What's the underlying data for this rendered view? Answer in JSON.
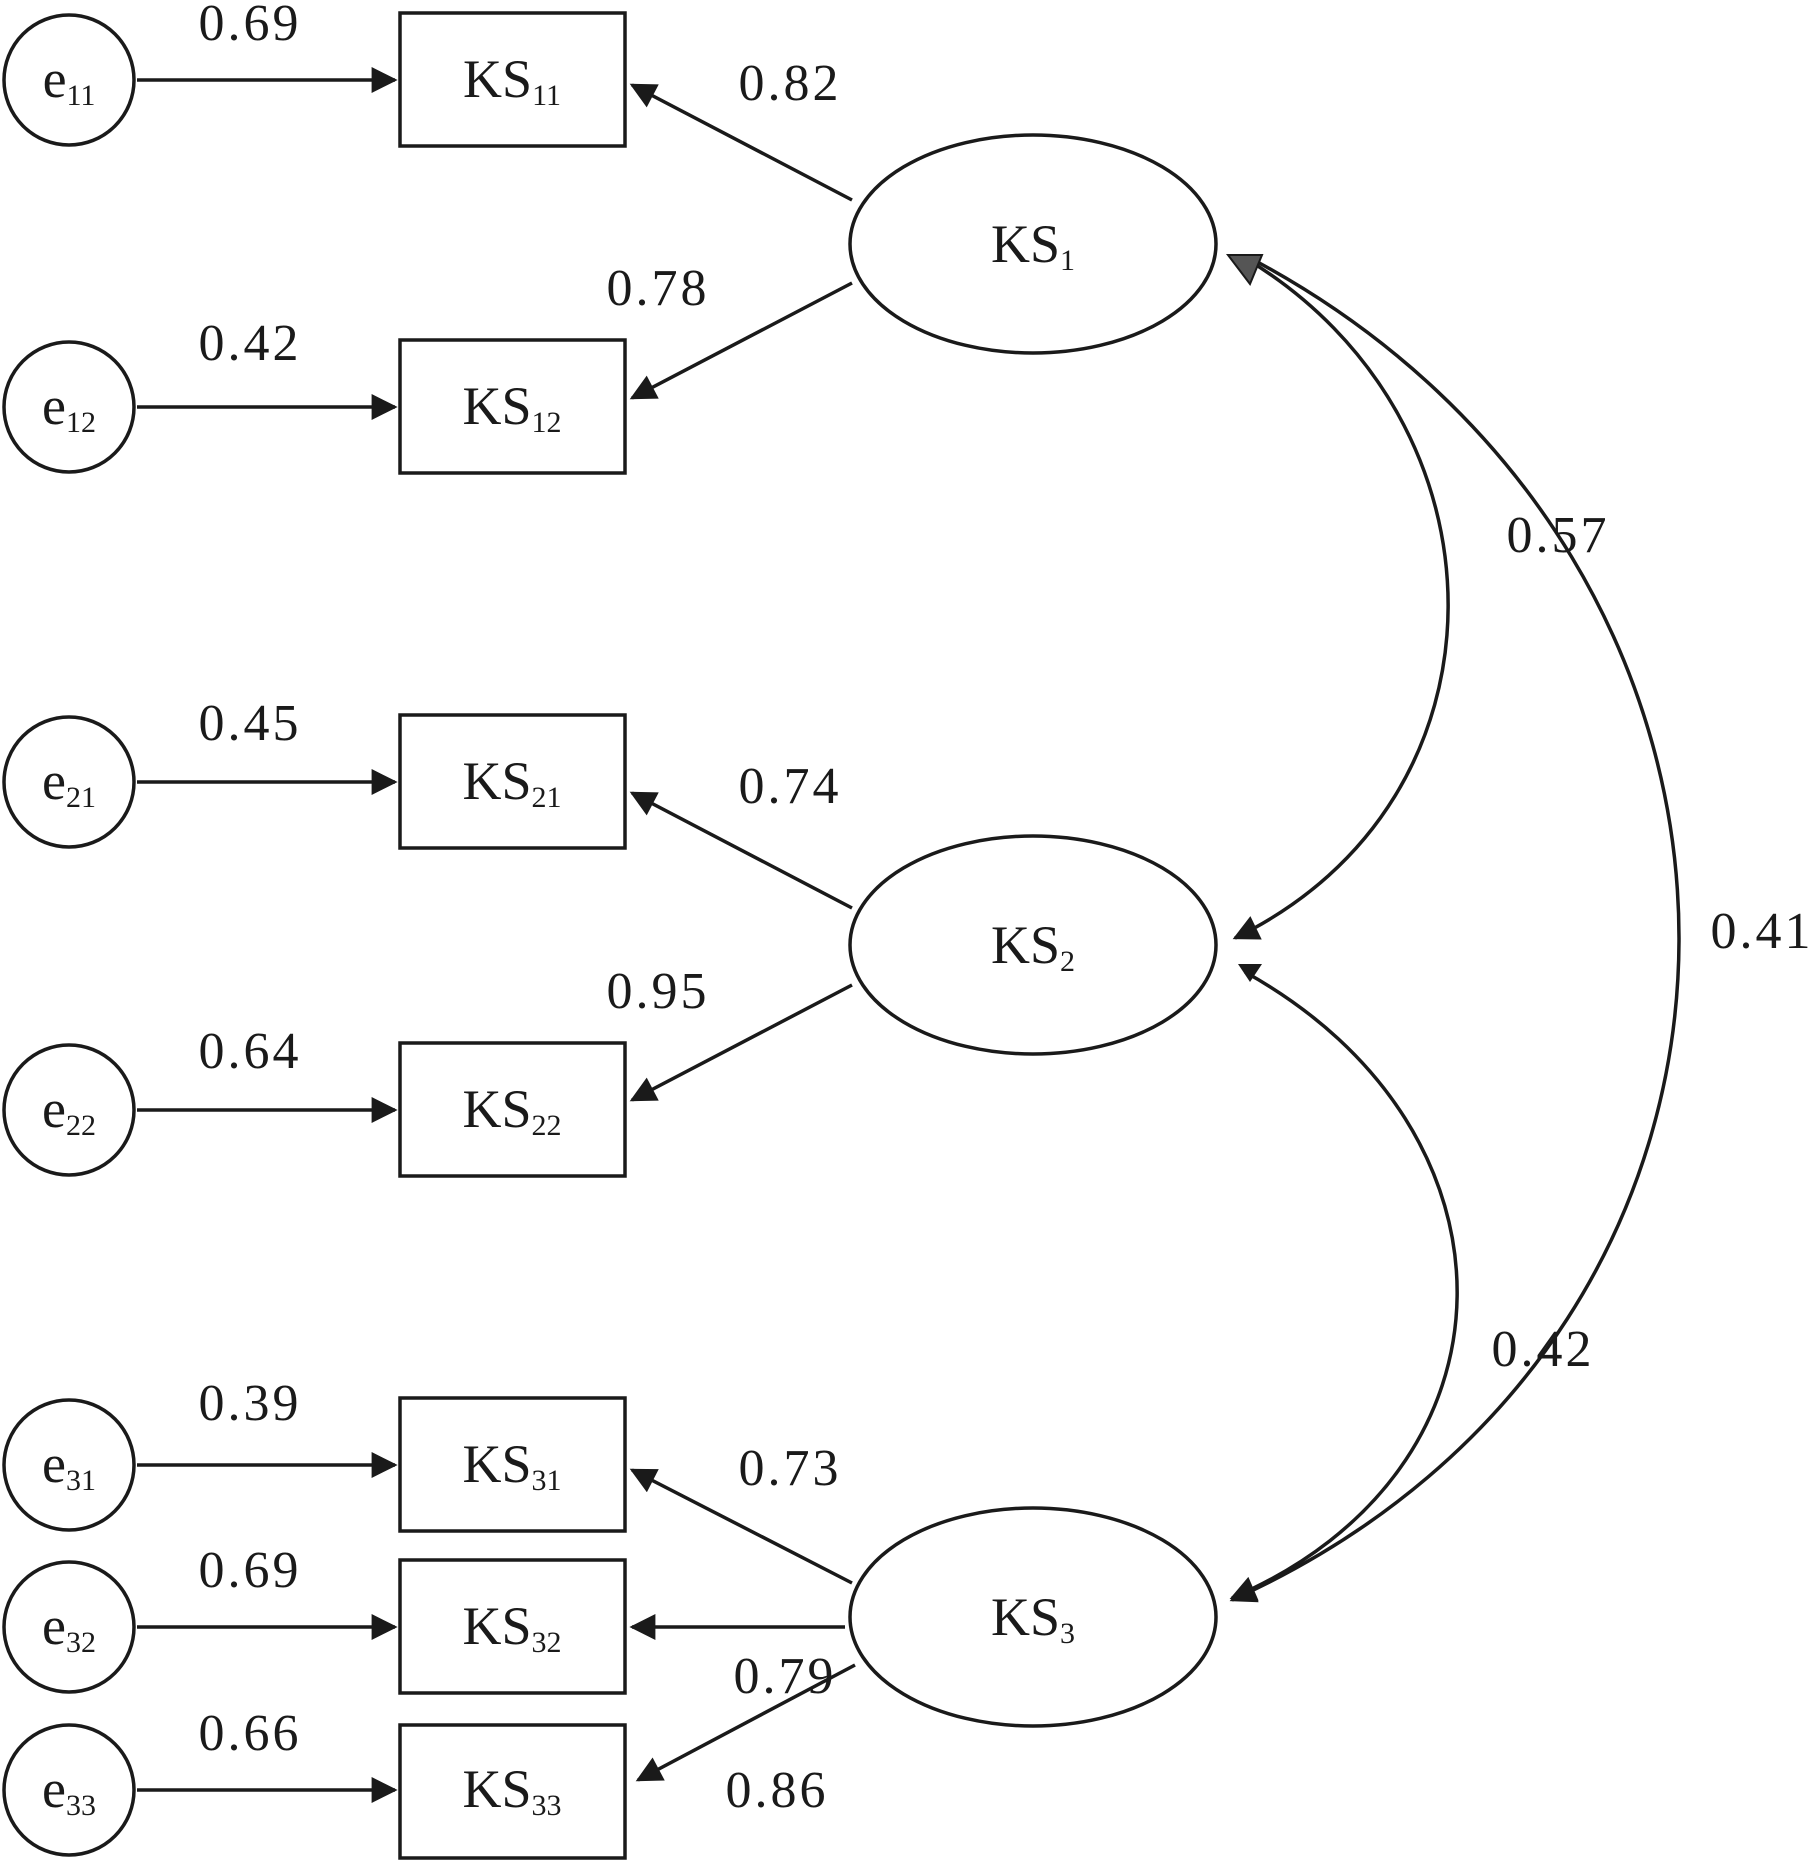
{
  "diagram": {
    "type": "structural-equation-model",
    "colors": {
      "stroke": "#1a1a1a",
      "background": "#ffffff",
      "marker_shade": "#555555"
    },
    "errors": [
      {
        "id": "e11",
        "base": "e",
        "sub": "11"
      },
      {
        "id": "e12",
        "base": "e",
        "sub": "12"
      },
      {
        "id": "e21",
        "base": "e",
        "sub": "21"
      },
      {
        "id": "e22",
        "base": "e",
        "sub": "22"
      },
      {
        "id": "e31",
        "base": "e",
        "sub": "31"
      },
      {
        "id": "e32",
        "base": "e",
        "sub": "32"
      },
      {
        "id": "e33",
        "base": "e",
        "sub": "33"
      }
    ],
    "indicators": [
      {
        "id": "KS11",
        "base": "KS",
        "sub": "11"
      },
      {
        "id": "KS12",
        "base": "KS",
        "sub": "12"
      },
      {
        "id": "KS21",
        "base": "KS",
        "sub": "21"
      },
      {
        "id": "KS22",
        "base": "KS",
        "sub": "22"
      },
      {
        "id": "KS31",
        "base": "KS",
        "sub": "31"
      },
      {
        "id": "KS32",
        "base": "KS",
        "sub": "32"
      },
      {
        "id": "KS33",
        "base": "KS",
        "sub": "33"
      }
    ],
    "latents": [
      {
        "id": "KS1",
        "base": "KS",
        "sub": "1"
      },
      {
        "id": "KS2",
        "base": "KS",
        "sub": "2"
      },
      {
        "id": "KS3",
        "base": "KS",
        "sub": "3"
      }
    ],
    "error_paths": [
      {
        "from": "e11",
        "to": "KS11",
        "value": "0.69"
      },
      {
        "from": "e12",
        "to": "KS12",
        "value": "0.42"
      },
      {
        "from": "e21",
        "to": "KS21",
        "value": "0.45"
      },
      {
        "from": "e22",
        "to": "KS22",
        "value": "0.64"
      },
      {
        "from": "e31",
        "to": "KS31",
        "value": "0.39"
      },
      {
        "from": "e32",
        "to": "KS32",
        "value": "0.69"
      },
      {
        "from": "e33",
        "to": "KS33",
        "value": "0.66"
      }
    ],
    "loadings": [
      {
        "from": "KS1",
        "to": "KS11",
        "value": "0.82"
      },
      {
        "from": "KS1",
        "to": "KS12",
        "value": "0.78"
      },
      {
        "from": "KS2",
        "to": "KS21",
        "value": "0.74"
      },
      {
        "from": "KS2",
        "to": "KS22",
        "value": "0.95"
      },
      {
        "from": "KS3",
        "to": "KS31",
        "value": "0.73"
      },
      {
        "from": "KS3",
        "to": "KS32",
        "value": "0.79"
      },
      {
        "from": "KS3",
        "to": "KS33",
        "value": "0.86"
      }
    ],
    "correlations": [
      {
        "from": "KS1",
        "to": "KS2",
        "value": "0.57"
      },
      {
        "from": "KS2",
        "to": "KS3",
        "value": "0.42"
      },
      {
        "from": "KS1",
        "to": "KS3",
        "value": "0.41"
      }
    ]
  }
}
